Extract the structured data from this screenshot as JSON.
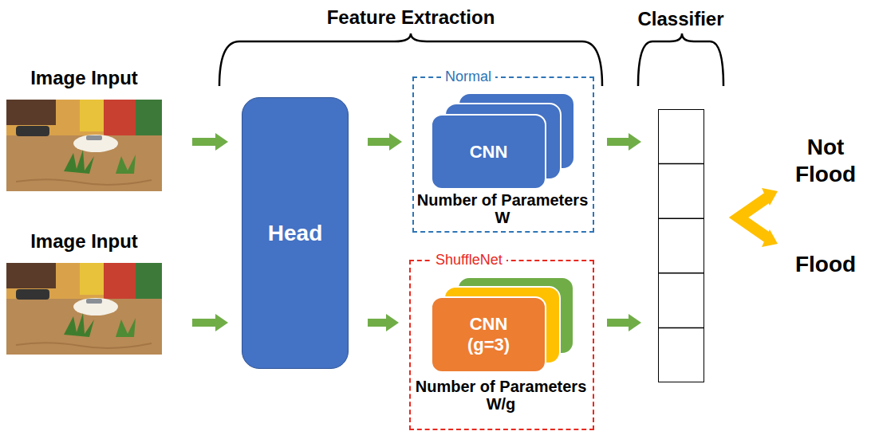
{
  "diagram": {
    "nodes": [
      {
        "text": [
          "Image Input"
        ]
      },
      {
        "text": [
          "Image Input"
        ]
      },
      {
        "text": [
          "Head"
        ]
      },
      {
        "text": [
          "Normal",
          "Number of Parameters W"
        ]
      },
      {
        "text": [
          "CNN"
        ],
        "in": 3
      },
      {
        "text": [
          "ShuffleNet",
          "Number of Parameters W/g"
        ]
      },
      {
        "text": [
          "CNN (g=3)"
        ],
        "in": 5
      },
      {
        "text": [
          "Classifier"
        ]
      }
    ],
    "edges": [
      {
        "from": 0,
        "to": 2,
        "arrow": "to"
      },
      {
        "from": 1,
        "to": 2,
        "arrow": "to"
      },
      {
        "from": 2,
        "to": 3,
        "arrow": "to"
      },
      {
        "from": 2,
        "to": 5,
        "arrow": "to"
      },
      {
        "from": 3,
        "to": 7,
        "arrow": "to"
      },
      {
        "from": 5,
        "to": 7,
        "arrow": "to"
      }
    ],
    "labels": [
      "Feature Extraction",
      "Not Flood",
      "Flood"
    ]
  }
}
